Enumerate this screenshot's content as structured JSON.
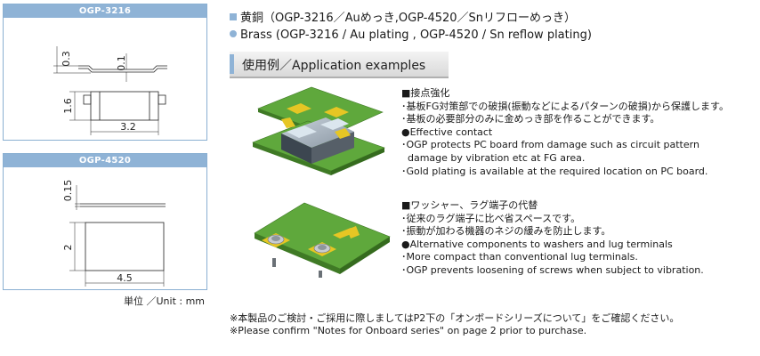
{
  "left": {
    "panel1": {
      "title": "OGP-3216",
      "dims": {
        "d1": "0.3",
        "d2": "0.1",
        "d3": "1.6",
        "d4": "3.2"
      }
    },
    "panel2": {
      "title": "OGP-4520",
      "dims": {
        "d1": "0.15",
        "d2": "2",
        "d3": "4.5"
      }
    },
    "unit": "単位 ／Unit : mm"
  },
  "materials": {
    "jp": "黄銅（OGP-3216／Auめっき,OGP-4520／Snリフローめっき）",
    "en": "Brass (OGP-3216 / Au plating , OGP-4520 / Sn reflow plating)"
  },
  "section": {
    "title": "使用例／Application examples"
  },
  "example1": {
    "heading_jp": "■接点強化",
    "jp_lines": [
      "･基板FG対策部での破損(振動などによるパターンの破損)から保護します。",
      "･基板の必要部分のみに金めっき部を作ることができます。"
    ],
    "heading_en": "●Effective contact",
    "en_lines": [
      "･OGP protects PC board from damage such as circuit pattern",
      "  damage by vibration etc at FG area.",
      "･Gold plating is available at the required location on PC board."
    ]
  },
  "example2": {
    "heading_jp": "■ワッシャー、ラグ端子の代替",
    "jp_lines": [
      "･従来のラグ端子に比べ省スペースです。",
      "･振動が加わる機器のネジの緩みを防止します。"
    ],
    "heading_en": "●Alternative components to washers and lug terminals",
    "en_lines": [
      "･More compact than conventional lug terminals.",
      "･OGP prevents loosening of screws when subject to vibration."
    ]
  },
  "notes": {
    "jp": "※本製品のご検討・ご採用に際しましてはP2下の「オンボードシリーズについて」をご確認ください。",
    "en": "※Please confirm \"Notes for Onboard series\" on page 2 prior to purchase."
  },
  "colors": {
    "accent": "#8fb3d6",
    "board_green": "#5a9e3a",
    "gold": "#e0c020"
  }
}
